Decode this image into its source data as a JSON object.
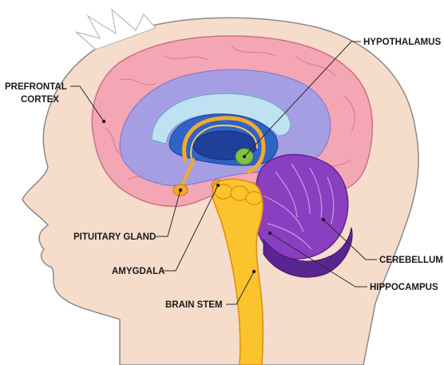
{
  "labels": {
    "prefrontal_cortex_line1": "PREFRONTAL",
    "prefrontal_cortex_line2": "CORTEX",
    "hypothalamus": "HYPOTHALAMUS",
    "pituitary_gland": "PITUITARY GLAND",
    "amygdala": "AMYGDALA",
    "cerebellum": "CEREBELLUM",
    "hippocampus": "HIPPOCAMPUS",
    "brain_stem": "BRAIN STEM"
  },
  "colors": {
    "skin": "#f6dcca",
    "skin_outline": "#8a8a8a",
    "hair": "#ffffff",
    "cortex": "#f5a6b4",
    "cortex_outline": "#c97283",
    "inner_purple": "#a59ee3",
    "corpus_callosum_light": "#bfe2f2",
    "ventricle_blue": "#2f63c4",
    "dark_blue": "#1f3f9a",
    "limbic_orange": "#f2a92e",
    "hypothalamus_green": "#7fc241",
    "cerebellum_purple": "#8a3fc0",
    "cerebellum_dark": "#5a2590",
    "brainstem_yellow": "#fbc42d",
    "brainstem_outline": "#e08a12"
  }
}
